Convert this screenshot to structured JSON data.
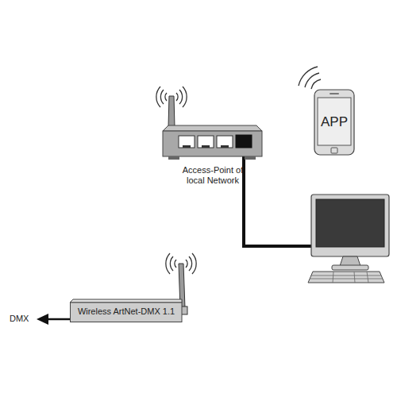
{
  "diagram": {
    "nodes": [
      {
        "text": [
          "Access-Point of local Network"
        ]
      },
      {
        "text": [
          "APP"
        ]
      },
      {
        "text": [
          "Wireless ArtNet-DMX 1.1"
        ]
      }
    ],
    "labels": [
      "DMX"
    ]
  }
}
